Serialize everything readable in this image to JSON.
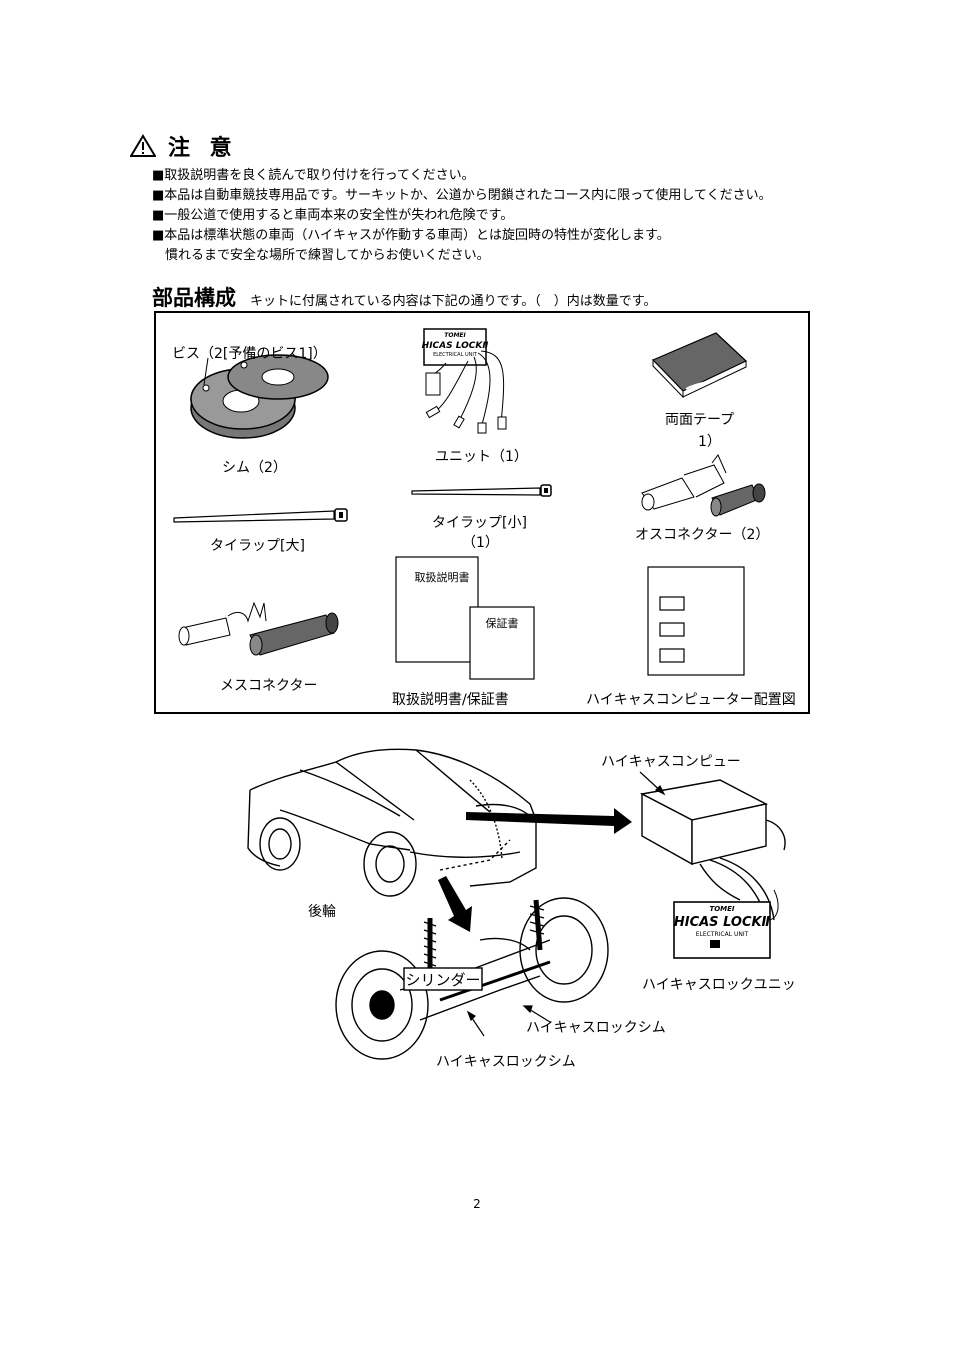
{
  "caution": {
    "title": "注 意",
    "lines": [
      "■取扱説明書を良く読んで取り付けを行ってください。",
      "■本品は自動車競技専用品です。サーキットか、公道から閉鎖されたコース内に限って使用してください。",
      "■一般公道で使用すると車両本来の安全性が失われ危険です。",
      "■本品は標準状態の車両（ハイキャスが作動する車両）とは旋回時の特性が変化します。",
      "　慣れるまで安全な場所で練習してからお使いください。"
    ]
  },
  "parts": {
    "heading": "部品構成",
    "description": "キットに付属されている内容は下記の通りです。（　）内は数量です。",
    "items": {
      "screw": "ビス（2[予備のビス1]）",
      "shim": "シム（2）",
      "unit": "ユニット（1）",
      "tape_a": "両面テープ",
      "tape_b": "1）",
      "tie_large": "タイラップ[大]",
      "tie_small_a": "タイラップ[小]",
      "tie_small_b": "（1）",
      "male_conn": "オスコネクター（2）",
      "female_conn": "メスコネクター",
      "manual": "取扱説明書",
      "warranty": "保証書",
      "manual_warranty": "取扱説明書/保証書",
      "layout": "ハイキャスコンピューター配置図"
    },
    "unit_logo": {
      "brand": "TOMEI",
      "product": "HICAS LOCKⅡ",
      "subtitle": "ELECTRICAL UNIT"
    }
  },
  "diagram": {
    "computer": "ハイキャスコンピュー",
    "rear_wheel": "後輪",
    "cylinder": "シリンダー",
    "lock_unit": "ハイキャスロックユニッ",
    "lock_shim_right": "ハイキャスロックシム",
    "lock_shim_left": "ハイキャスロックシム",
    "unit_logo": {
      "brand": "TOMEI",
      "product": "HICAS LOCKⅡ",
      "subtitle": "ELECTRICAL UNIT"
    }
  },
  "page_number": "2"
}
